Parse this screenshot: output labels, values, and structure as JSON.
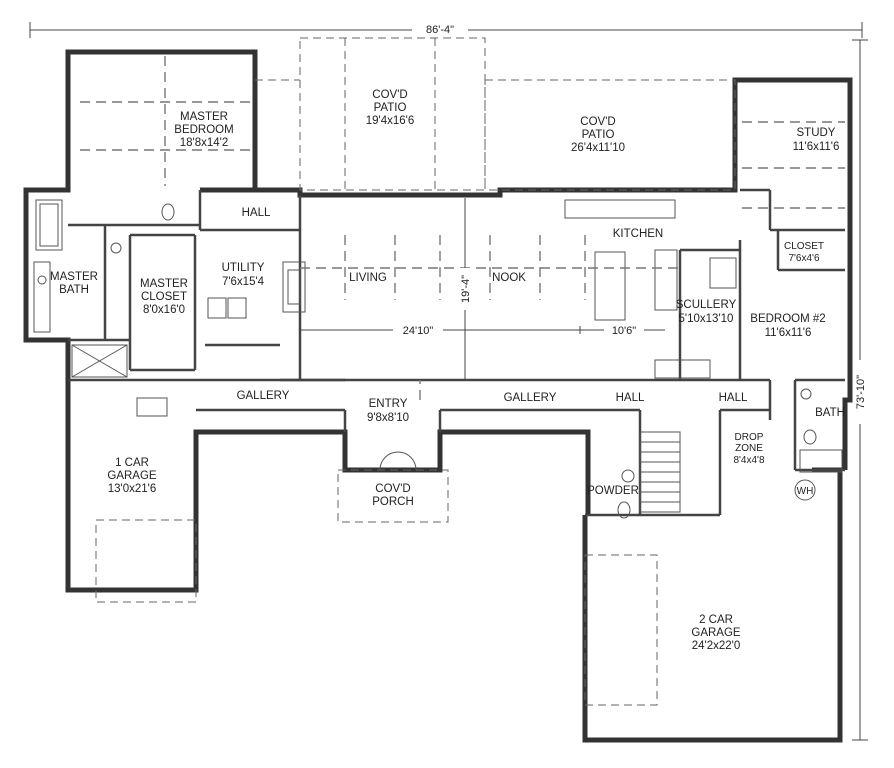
{
  "overall": {
    "width_label": "86'-4\"",
    "depth_label": "73'-10\""
  },
  "rooms": {
    "master_bedroom": {
      "name_line1": "MASTER",
      "name_line2": "BEDROOM",
      "dims": "18'8x14'2"
    },
    "patio_left": {
      "name_line1": "COV'D",
      "name_line2": "PATIO",
      "dims": "19'4x16'6"
    },
    "patio_right": {
      "name_line1": "COV'D",
      "name_line2": "PATIO",
      "dims": "26'4x11'10"
    },
    "study": {
      "name": "STUDY",
      "dims": "11'6x11'6"
    },
    "hall_top": {
      "name": "HALL"
    },
    "kitchen": {
      "name": "KITCHEN"
    },
    "closet": {
      "name": "CLOSET",
      "dims": "7'6x4'6"
    },
    "master_bath": {
      "name_line1": "MASTER",
      "name_line2": "BATH"
    },
    "master_closet": {
      "name_line1": "MASTER",
      "name_line2": "CLOSET",
      "dims": "8'0x16'0"
    },
    "utility": {
      "name": "UTILITY",
      "dims": "7'6x15'4"
    },
    "living": {
      "name": "LIVING"
    },
    "nook": {
      "name": "NOOK"
    },
    "scullery": {
      "name": "SCULLERY",
      "dims": "5'10x13'10"
    },
    "bedroom2": {
      "name": "BEDROOM #2",
      "dims": "11'6x11'6"
    },
    "gallery_left": {
      "name": "GALLERY"
    },
    "entry": {
      "name": "ENTRY",
      "dims": "9'8x8'10"
    },
    "gallery_right": {
      "name": "GALLERY"
    },
    "hall_mid": {
      "name": "HALL"
    },
    "hall_right": {
      "name": "HALL"
    },
    "bath": {
      "name": "BATH"
    },
    "drop_zone": {
      "name_line1": "DROP",
      "name_line2": "ZONE",
      "dims": "8'4x4'8"
    },
    "garage1": {
      "name_line1": "1 CAR",
      "name_line2": "GARAGE",
      "dims": "13'0x21'6"
    },
    "porch": {
      "name_line1": "COV'D",
      "name_line2": "PORCH"
    },
    "powder": {
      "name": "POWDER"
    },
    "garage2": {
      "name_line1": "2 CAR",
      "name_line2": "GARAGE",
      "dims": "24'2x22'0"
    }
  },
  "dimensions": {
    "living_width": "24'10\"",
    "great_room_depth": "19'-4\"",
    "nook_width": "10'6\""
  },
  "appliances": {
    "water_heater": "WH"
  }
}
